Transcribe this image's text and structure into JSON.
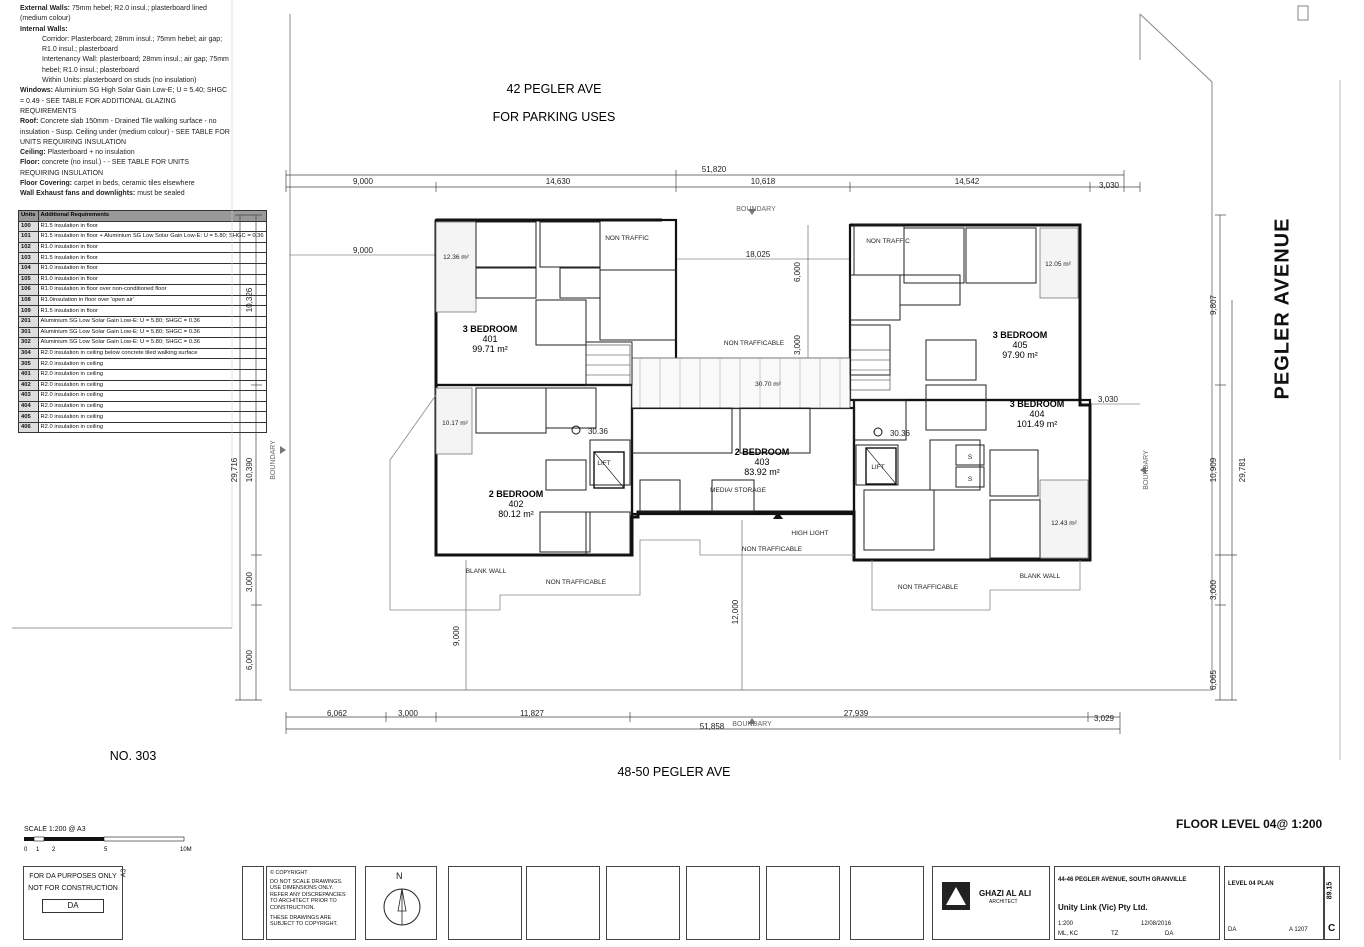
{
  "notes": {
    "external_walls_label": "External Walls:",
    "external_walls": "75mm hebel; R2.0 insul.; plasterboard lined (medium colour)",
    "internal_walls_label": "Internal Walls:",
    "internal_lines": [
      "Corridor: Plasterboard; 28mm insul.; 75mm hebel; air gap; R1.0 insul.; plasterboard",
      "Intertenancy Wall: plasterboard; 28mm insul.; air gap; 75mm hebel; R1.0 insul.; plasterboard",
      "Within Units: plasterboard on studs (no insulation)"
    ],
    "windows_label": "Windows:",
    "windows": "Aluminium SG High Solar Gain Low-E; U = 5.40; SHGC = 0.49 - SEE TABLE FOR ADDITIONAL GLAZING REQUIREMENTS",
    "roof_label": "Roof:",
    "roof": "Concrete slab 150mm - Drained Tile walking surface - no insulation - Susp. Ceiling under (medium colour) - SEE TABLE FOR UNITS REQUIRING INSULATION",
    "ceiling_label": "Ceiling:",
    "ceiling": "Plasterboard + no insulation",
    "floor_label": "Floor:",
    "floor": "concrete (no insul.) - - SEE TABLE FOR UNITS REQUIRING INSULATION",
    "floor_covering_label": "Floor Covering:",
    "floor_covering": "carpet in beds, ceramic tiles elsewhere",
    "wall_exhaust_label": "Wall Exhaust fans and downlights:",
    "wall_exhaust": "must be sealed"
  },
  "requirements_table": {
    "headers": [
      "Units",
      "Additional Requirements"
    ],
    "rows": [
      [
        "100",
        "R1.5 insulation in floor"
      ],
      [
        "101",
        "R1.5 insulation in floor + Aluminium SG Low Solar Gain Low-E: U = 5.80; SHGC = 0.36"
      ],
      [
        "102",
        "R1.0 insulation in floor"
      ],
      [
        "103",
        "R1.5 insulation in floor"
      ],
      [
        "104",
        "R1.0 insulation in floor"
      ],
      [
        "105",
        "R1.0 insulation in floor"
      ],
      [
        "106",
        "R1.0 insulation in floor over non-conditioned floor"
      ],
      [
        "108",
        "R1.0insulation in floor over 'open air'"
      ],
      [
        "109",
        "R1.5 insulation in floor"
      ],
      [
        "201",
        "Aluminium SG Low Solar Gain Low-E: U = 5.80; SHGC = 0.36"
      ],
      [
        "301",
        "Aluminium SG Low Solar Gain Low-E: U = 5.80; SHGC = 0.36"
      ],
      [
        "302",
        "Aluminium SG Low Solar Gain Low-E: U = 5.80; SHGC = 0.36"
      ],
      [
        "304",
        "R2.0 insulation in ceiling below concrete tiled walking surface"
      ],
      [
        "305",
        "R2.0 insulation in ceiling"
      ],
      [
        "401",
        "R2.0 insulation in ceiling"
      ],
      [
        "402",
        "R2.0 insulation in ceiling"
      ],
      [
        "403",
        "R2.0 insulation in ceiling"
      ],
      [
        "404",
        "R2.0 insulation in ceiling"
      ],
      [
        "405",
        "R2.0 insulation in ceiling"
      ],
      [
        "406",
        "R2.0 insulation in ceiling"
      ]
    ]
  },
  "site": {
    "north_neighbour_1": "42  PEGLER AVE",
    "north_neighbour_2": "FOR PARKING USES",
    "south_neighbour": "48-50 PEGLER AVE",
    "west_neighbour": "NO. 303",
    "street": "PEGLER AVENUE",
    "boundary": "BOUNDARY"
  },
  "dimensions": {
    "top_total": "51,820",
    "top_segments": [
      "9,000",
      "14,630",
      "10,618",
      "14,542",
      "3,030"
    ],
    "bottom_total": "51,858",
    "bottom_segments": [
      "6,062",
      "3,000",
      "11,827",
      "27,939",
      "3,029"
    ],
    "left_total": "29,716",
    "left_segments": [
      "10,326",
      "10,390",
      "3,000",
      "6,000"
    ],
    "right_total": "29,781",
    "right_segments": [
      "9,807",
      "10,909",
      "3,000",
      "6,065"
    ],
    "inner": [
      "9,000",
      "18,025",
      "6,000",
      "3,000",
      "3,030",
      "12,000",
      "9,000"
    ]
  },
  "units": [
    {
      "type": "3 BEDROOM",
      "num": "401",
      "area": "99.71 m²"
    },
    {
      "type": "2 BEDROOM",
      "num": "402",
      "area": "80.12 m²"
    },
    {
      "type": "2 BEDROOM",
      "num": "403",
      "area": "83.92 m²"
    },
    {
      "type": "3 BEDROOM",
      "num": "404",
      "area": "101.49 m²"
    },
    {
      "type": "3 BEDROOM",
      "num": "405",
      "area": "97.90 m²"
    }
  ],
  "plan_labels": {
    "non_traffic": "NON TRAFFIC",
    "non_trafficable": "NON TRAFFICABLE",
    "lift": "LIFT",
    "media": "MEDIA/ STORAGE",
    "high_light": "HIGH LIGHT",
    "blank_wall": "BLANK WALL",
    "area_3070": "30.70 m²",
    "area_1236": "12.36 m²",
    "area_1017": "10.17 m²",
    "area_1205": "12.05 m²",
    "area_1243": "12.43 m²",
    "lvl": "30.36",
    "stair_s": "S"
  },
  "title_block": {
    "scale": "SCALE 1:200 @ A3",
    "scale_ticks": [
      "0",
      "1",
      "2",
      "5",
      "10M"
    ],
    "floor_level": "FLOOR LEVEL 04@ 1:200",
    "da_1": "FOR DA PURPOSES ONLY",
    "da_2": "NOT FOR CONSTRUCTION",
    "da_3": "DA",
    "copyright_title": "© COPYRIGHT",
    "copyright_text": "DO NOT SCALE DRAWINGS. USE DIMENSIONS ONLY. REFER ANY DISCREPANCIES TO ARCHITECT PRIOR TO CONSTRUCTION.",
    "copyright_text2": "THESE DRAWINGS ARE SUBJECT TO COPYRIGHT.",
    "north": "N",
    "architect": "GHAZI AL ALI",
    "architect_sub": "ARCHITECT",
    "project": "44-46 PEGLER AVENUE, SOUTH GRANVILLE",
    "client": "Unity Link (Vic) Pty Ltd.",
    "drawing": "LEVEL 04 PLAN",
    "drawing_no": "A 1207",
    "rev": "C",
    "job": "89.15",
    "status": "DA",
    "scale_small": "1:200",
    "date": "12/08/2016",
    "drawn": "ML, KC",
    "checked": "TZ",
    "a3": "A3"
  }
}
